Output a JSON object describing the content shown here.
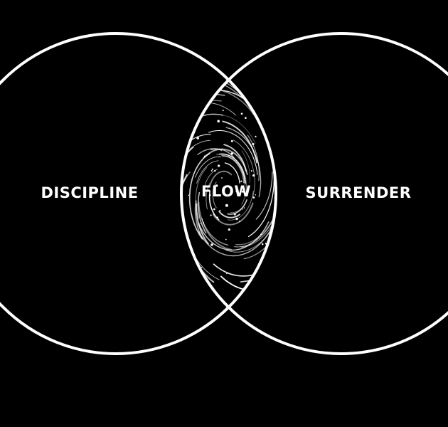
{
  "diagram": {
    "type": "venn",
    "left_set": {
      "label": "DISCIPLINE"
    },
    "right_set": {
      "label": "SURRENDER"
    },
    "intersection": {
      "label": "FLOW",
      "decoration": "swirl-pattern"
    },
    "colors": {
      "background": "#000000",
      "outline": "#ffffff",
      "text": "#ffffff"
    }
  }
}
